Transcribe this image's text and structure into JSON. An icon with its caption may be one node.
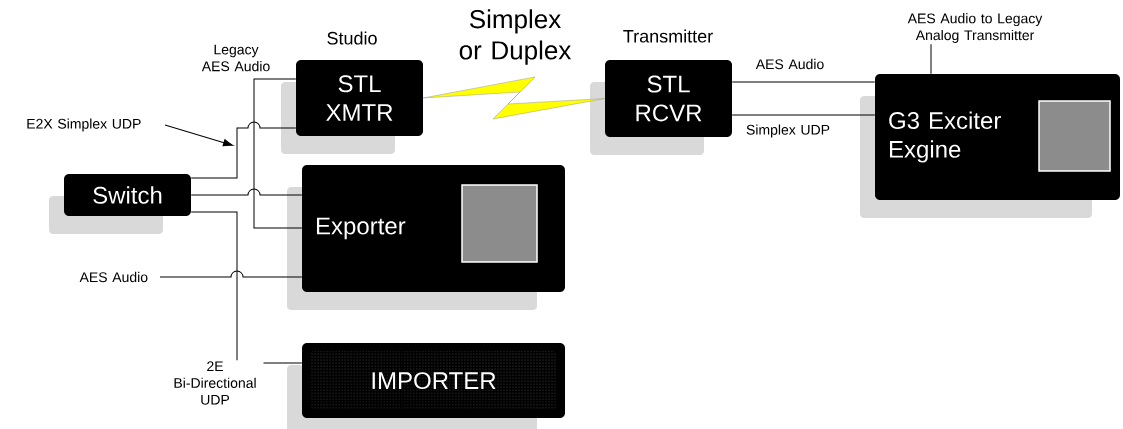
{
  "diagram": {
    "nodes": [
      {
        "text": [
          "Studio",
          "STL XMTR"
        ]
      },
      {
        "text": [
          "Transmitter",
          "STL RCVR"
        ]
      },
      {
        "text": [
          "AES Audio to Legacy Analog Transmitter"
        ]
      },
      {
        "text": [
          "G3 Exciter Exgine"
        ]
      },
      {
        "text": [
          "E2X Simplex UDP"
        ]
      },
      {
        "text": [
          "Switch"
        ]
      },
      {
        "text": [
          "Exporter"
        ]
      },
      {
        "text": [
          "AES Audio"
        ]
      },
      {
        "text": [
          "IMPORTER"
        ]
      },
      {
        "text": [],
        "shape": "box",
        "in": 3
      },
      {
        "text": [],
        "shape": "box",
        "in": 6
      }
    ],
    "edges": [
      {
        "from": 0,
        "to": 1,
        "arrow": "none",
        "label": "Simplex or Duplex",
        "color": "#ffff00"
      },
      {
        "from": 1,
        "to": 3,
        "arrow": "none",
        "label": "AES Audio"
      },
      {
        "from": 1,
        "to": 3,
        "arrow": "none",
        "label": "Simplex UDP"
      },
      {
        "from": 3,
        "to": 2,
        "arrow": "none"
      },
      {
        "from": 5,
        "to": 0,
        "arrow": "none"
      },
      {
        "from": 4,
        "to": null,
        "arrow": "to"
      },
      {
        "from": 5,
        "to": 6,
        "arrow": "none"
      },
      {
        "from": 0,
        "to": 6,
        "arrow": "none",
        "label": "Legacy AES Audio"
      },
      {
        "from": 7,
        "to": 6,
        "arrow": "none"
      },
      {
        "from": 5,
        "to": 8,
        "arrow": "none",
        "label": "2E Bi-Directional UDP"
      }
    ]
  }
}
